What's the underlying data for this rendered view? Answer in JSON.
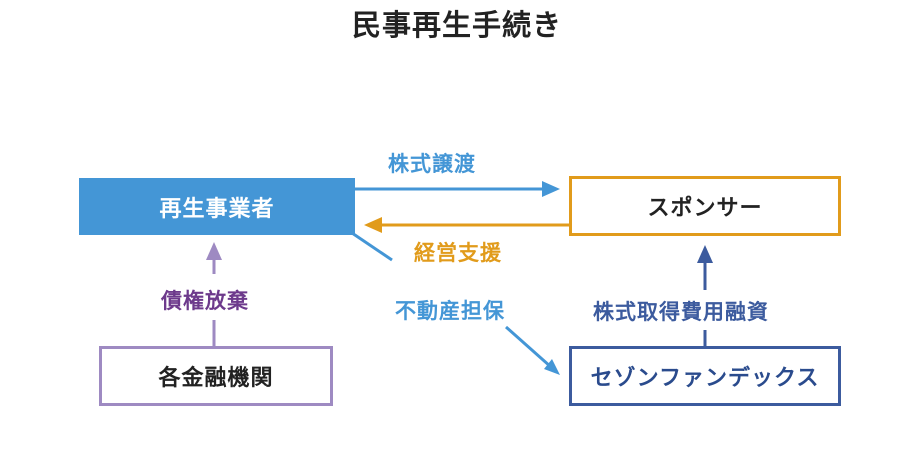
{
  "title": "民事再生手続き",
  "nodes": {
    "rehab_company": "再生事業者",
    "sponsor": "スポンサー",
    "financial_institutions": "各金融機関",
    "saison": "セゾンファンデックス"
  },
  "edges": {
    "share_transfer": "株式譲渡",
    "business_support": "経営支援",
    "real_estate_collateral": "不動産担保",
    "debt_waiver": "債権放棄",
    "acquisition_financing": "株式取得費用融資"
  },
  "colors": {
    "blue": "#4496d6",
    "orange": "#e19b1b",
    "purple": "#6d3a8c",
    "lavender": "#9e8ac2",
    "navy": "#3c5b9e"
  }
}
